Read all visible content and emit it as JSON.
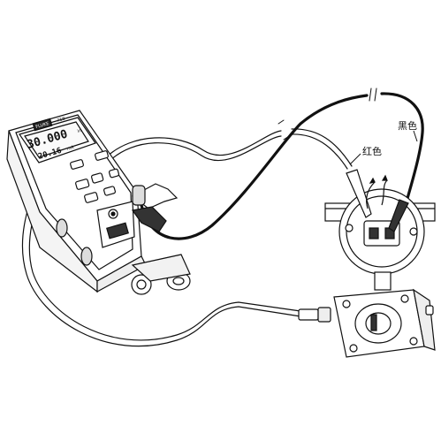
{
  "calibrator": {
    "brand": "FLUKE",
    "model": "718",
    "display_main": "30.000",
    "display_main_unit": "in",
    "display_sub": "20.16",
    "display_sub_unit": "mA"
  },
  "labels": {
    "red_wire": "红色",
    "black_wire": "黑色"
  },
  "colors": {
    "line": "#111111",
    "background": "#ffffff"
  }
}
